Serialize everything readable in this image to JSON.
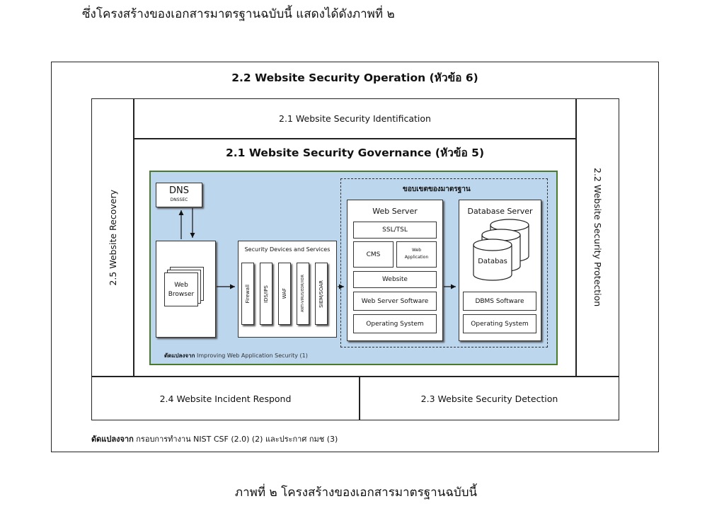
{
  "intro_text": "ซึ่งโครงสร้างของเอกสารมาตรฐานฉบับนี้ แสดงได้ดังภาพที่ ๒",
  "diagram": {
    "operation_title": "2.2 Website Security Operation (หัวข้อ 6)",
    "identification": "2.1 Website Security Identification",
    "governance_title": "2.1 Website Security Governance (หัวข้อ 5)",
    "recovery": "2.5 Website Recovery",
    "protection": "2.2 Website Security Protection",
    "incident": "2.4 Website Incident Respond",
    "detection": "2.3 Website Security Detection",
    "footnote_bold": "ดัดแปลงจาก",
    "footnote_text": "กรอบการทำงาน NIST CSF (2.0) (2) และประกาศ กมช (3)",
    "arch": {
      "dns": "DNS",
      "dnssec": "DNSSEC",
      "browser_line1": "Web",
      "browser_line2": "Browser",
      "security_title": "Security Devices and Services",
      "devices": [
        "Firewall",
        "IDS/IPS",
        "WAF",
        "ANTI-VIRUS/EDR/XDR",
        "SIEM/SOAR"
      ],
      "scope_title": "ขอบเขตของมาตรฐาน",
      "web_server": "Web Server",
      "ssl": "SSL/TSL",
      "cms": "CMS",
      "web_app_1": "Web",
      "web_app_2": "Application",
      "website": "Website",
      "web_server_sw": "Web Server Software",
      "os_left": "Operating System",
      "db_server": "Database Server",
      "databas": "Databas",
      "dbms": "DBMS Software",
      "os_right": "Operating System",
      "source_bold": "ดัดแปลงจาก",
      "source_text": "Improving Web Application Security (1)"
    }
  },
  "caption": "ภาพที่ ๒ โครงสร้างของเอกสารมาตรฐานฉบับนี้",
  "colors": {
    "blue_panel": "#bcd6ee",
    "green_border": "#4a7a2b"
  }
}
